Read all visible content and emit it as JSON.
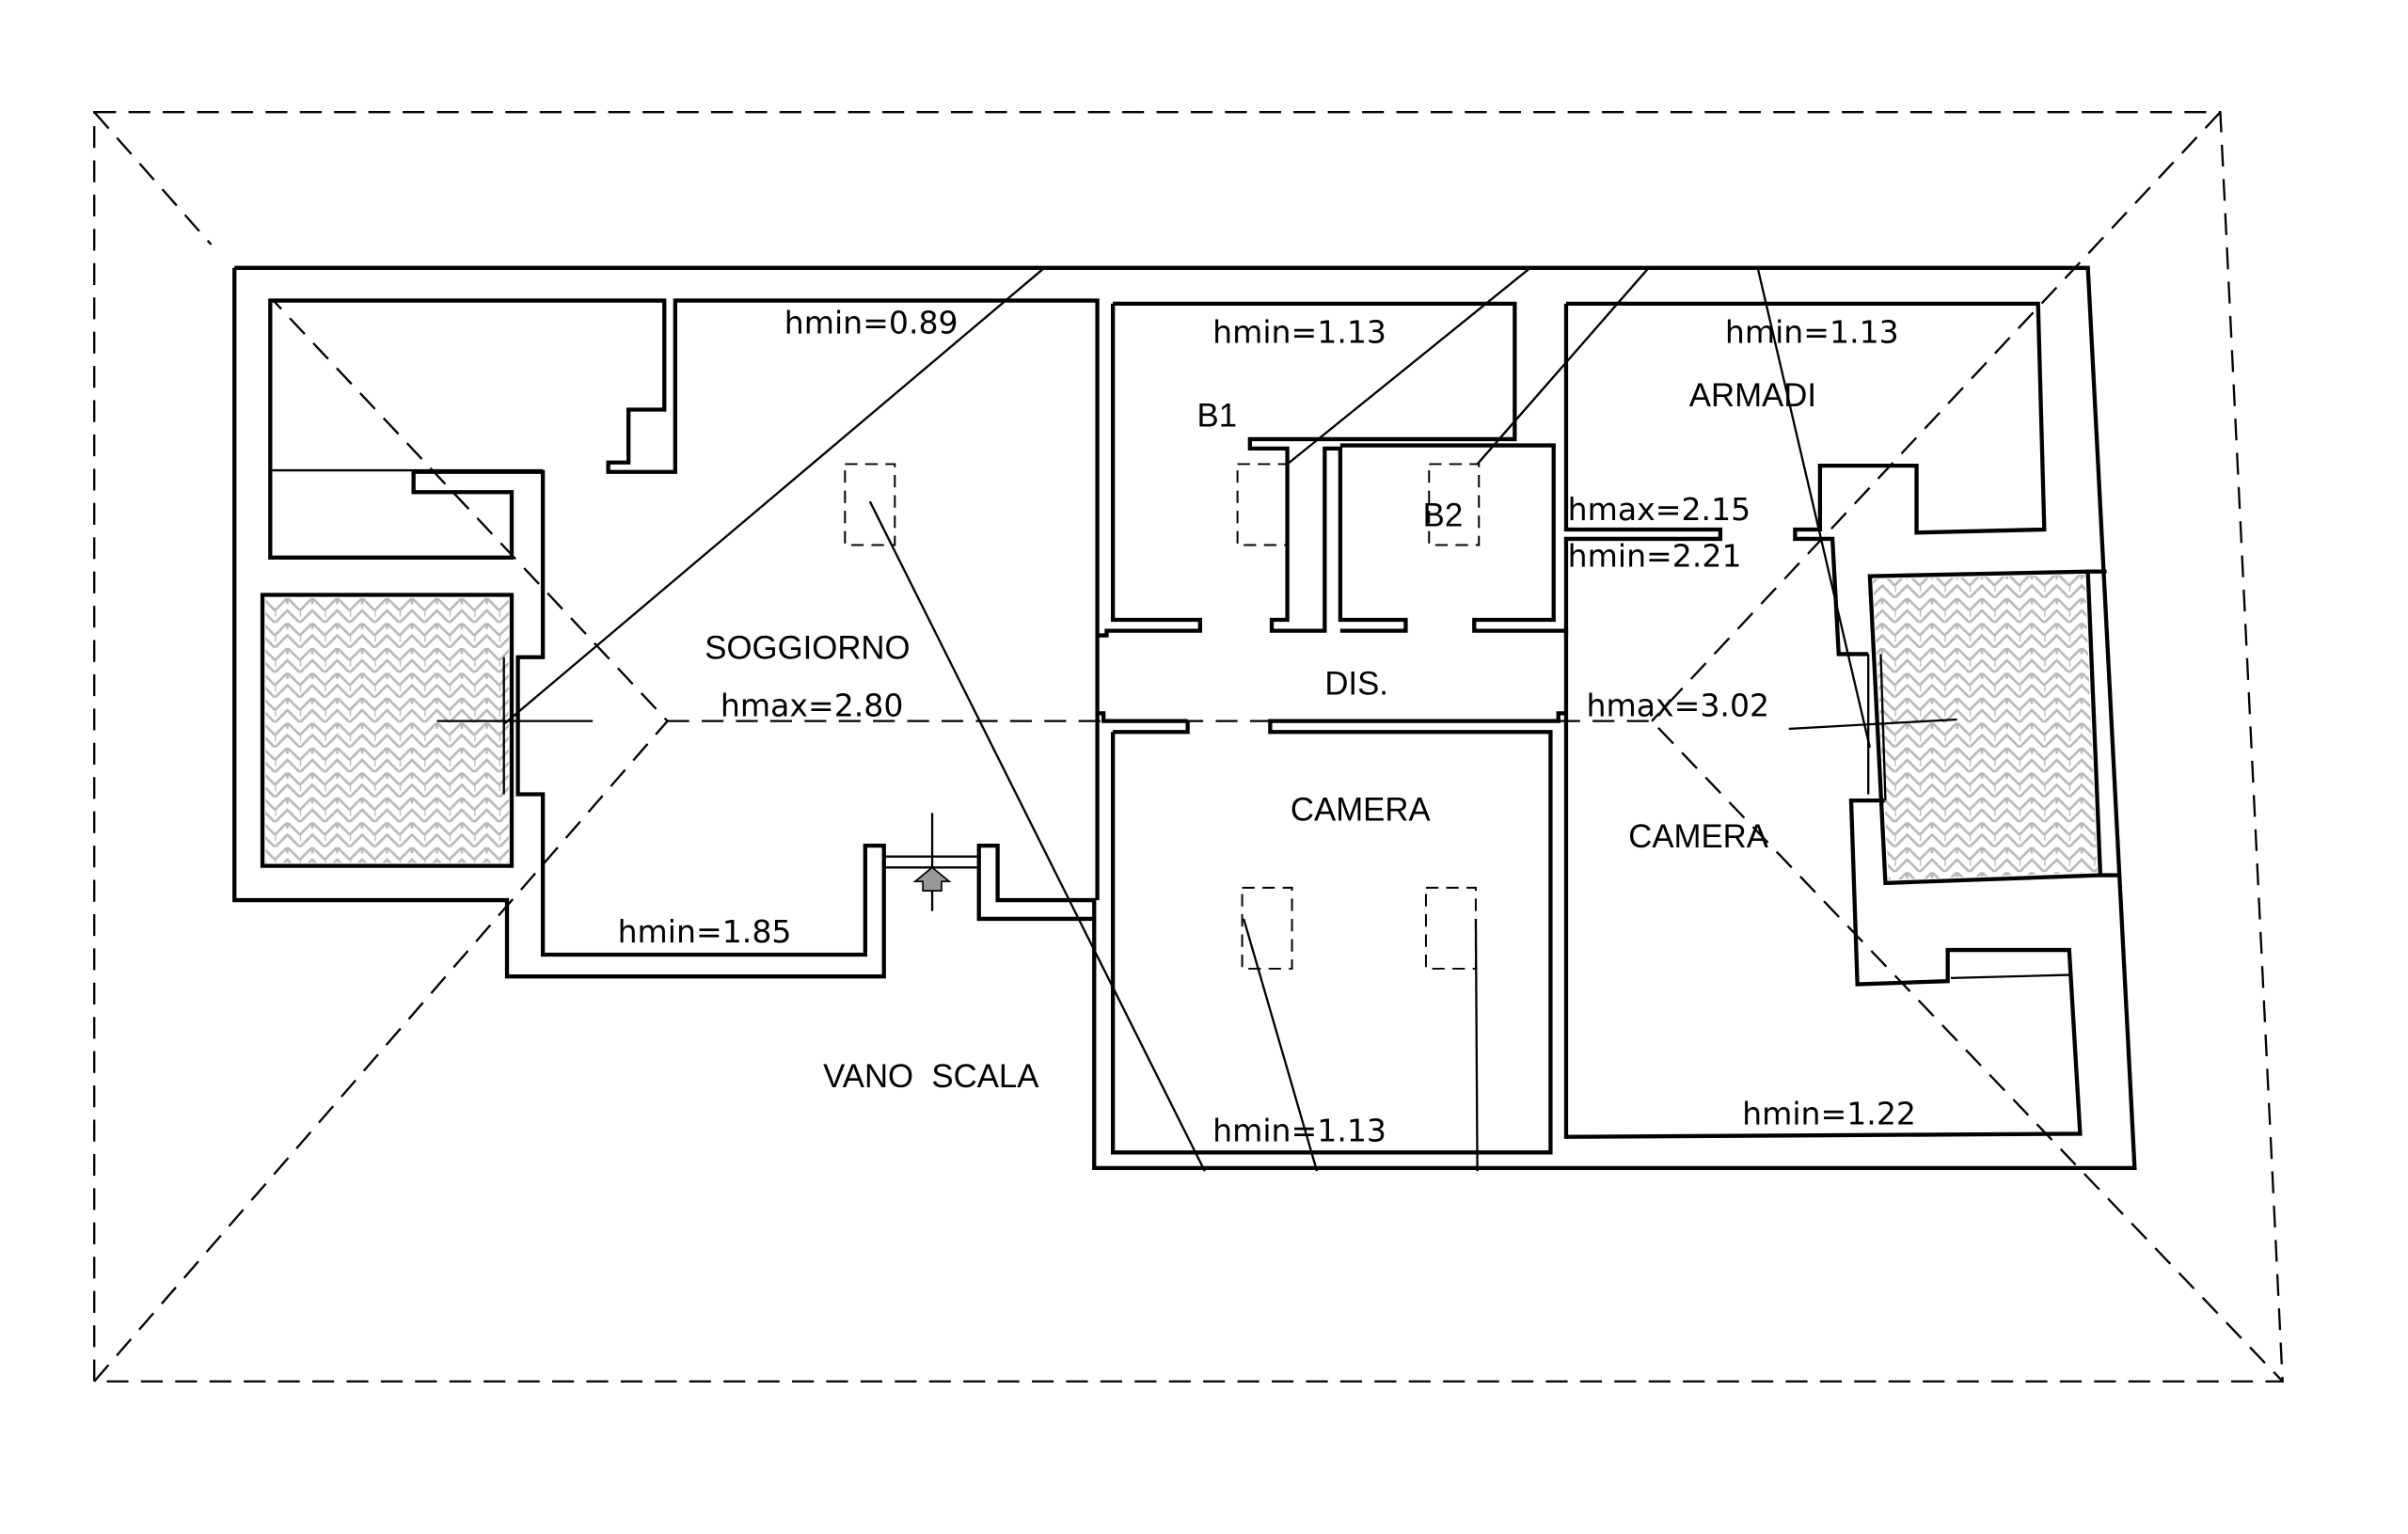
{
  "plan": {
    "rooms": {
      "soggiorno": "SOGGIORNO",
      "dis": "DIS.",
      "camera_center": "CAMERA",
      "camera_right": "CAMERA",
      "armadi": "ARMADI",
      "b1": "B1",
      "b2": "B2",
      "vano_scala": "VANO  SCALA"
    },
    "heights": {
      "soggiorno_top": "hmin=0.89",
      "soggiorno_hmax": "hmax=2.80",
      "soggiorno_bottom": "hmin=1.85",
      "b1_top": "hmin=1.13",
      "armadi_top": "hmin=1.13",
      "corridor_hmax": "hmax=2.15",
      "corridor_hmin": "hmin=2.21",
      "camera_right_hmax": "hmax=3.02",
      "camera_center_bottom": "hmin=1.13",
      "camera_right_bottom": "hmin=1.22"
    },
    "colors": {
      "line": "#000000",
      "hatch": "#b8b8b8"
    }
  }
}
